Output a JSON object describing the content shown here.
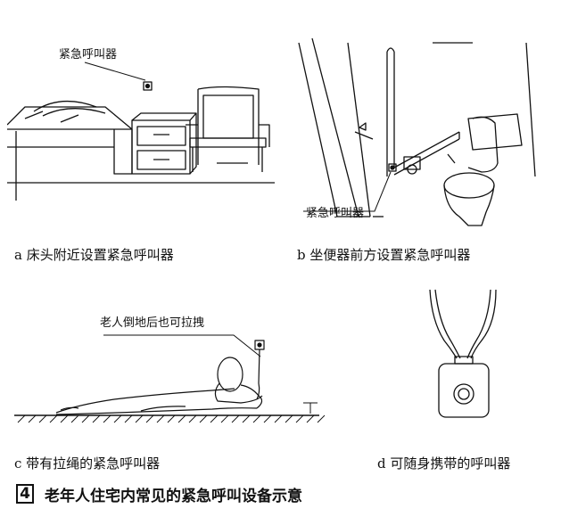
{
  "figure": {
    "panel_a": {
      "callout": "紧急呼叫器",
      "caption": "a 床头附近设置紧急呼叫器"
    },
    "panel_b": {
      "callout": "紧急呼叫器",
      "caption": "b 坐便器前方设置紧急呼叫器"
    },
    "panel_c": {
      "callout": "老人倒地后也可拉拽",
      "caption": "c 带有拉绳的紧急呼叫器"
    },
    "panel_d": {
      "caption": "d 可随身携带的呼叫器"
    },
    "number": "4",
    "title": "老年人住宅内常见的紧急呼叫设备示意"
  }
}
